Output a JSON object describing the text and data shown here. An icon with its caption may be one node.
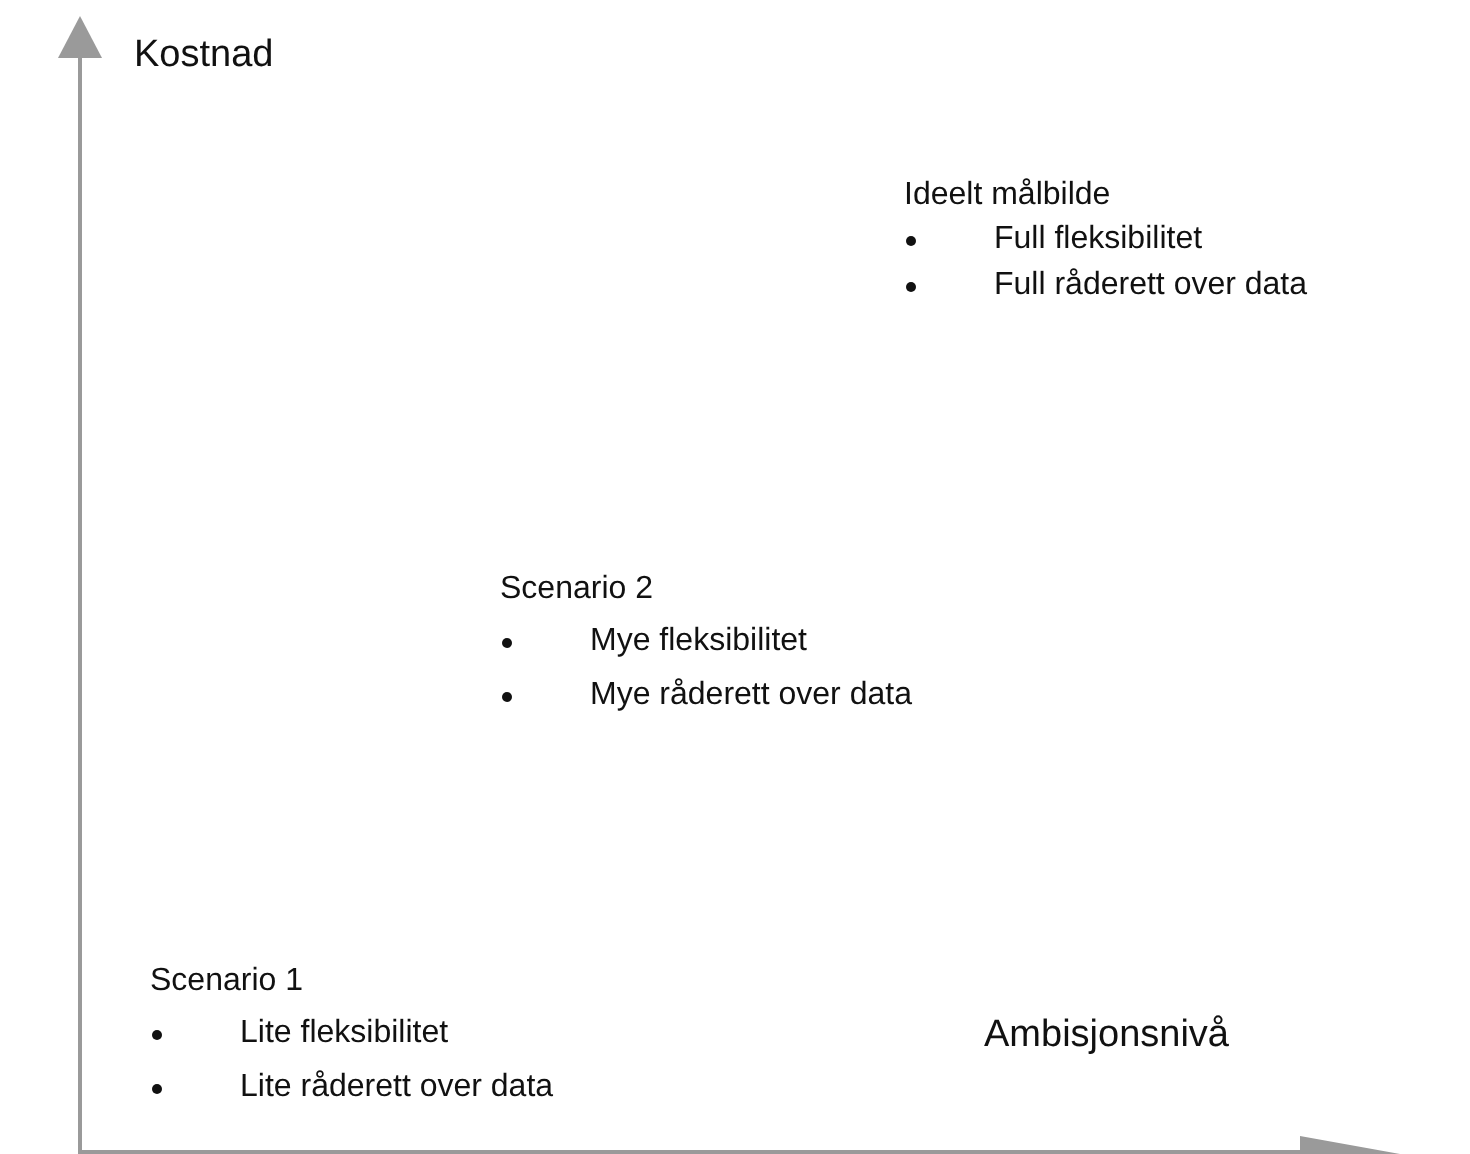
{
  "diagram": {
    "labels": [
      "Kostnad",
      "Ideelt målbilde",
      "Full fleksibilitet",
      "Full råderett over data",
      "Scenario 2",
      "Mye fleksibilitet",
      "Mye råderett over data",
      "Scenario 1",
      "Lite fleksibilitet",
      "Ambisjonsnivå",
      "Lite råderett over data"
    ]
  }
}
